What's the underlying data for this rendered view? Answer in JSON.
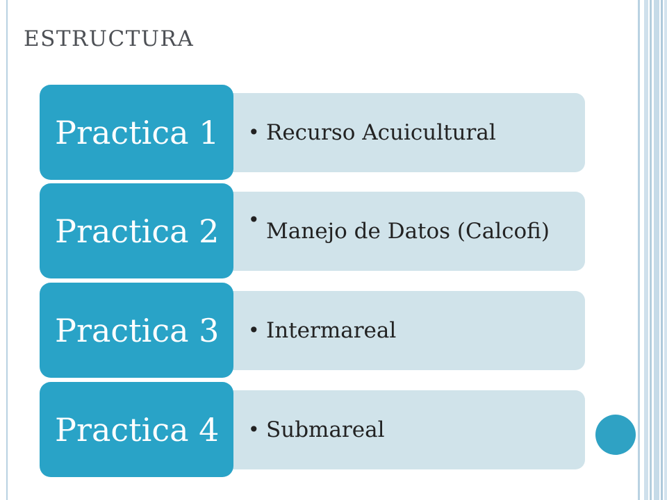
{
  "slide": {
    "title": "ESTRUCTURA",
    "items": [
      {
        "label": "Practica 1",
        "detail": "Recurso Acuicultural"
      },
      {
        "label": "Practica 2",
        "detail": "Manejo de Datos (Calcofi)"
      },
      {
        "label": "Practica 3",
        "detail": "Intermareal"
      },
      {
        "label": "Practica 4",
        "detail": "Submareal"
      }
    ],
    "bullet": "•"
  },
  "colors": {
    "accent": "#29a3c7",
    "detail_background": "#d0e3ea",
    "title_text": "#4d5055",
    "frame": "#b9d2e2"
  }
}
